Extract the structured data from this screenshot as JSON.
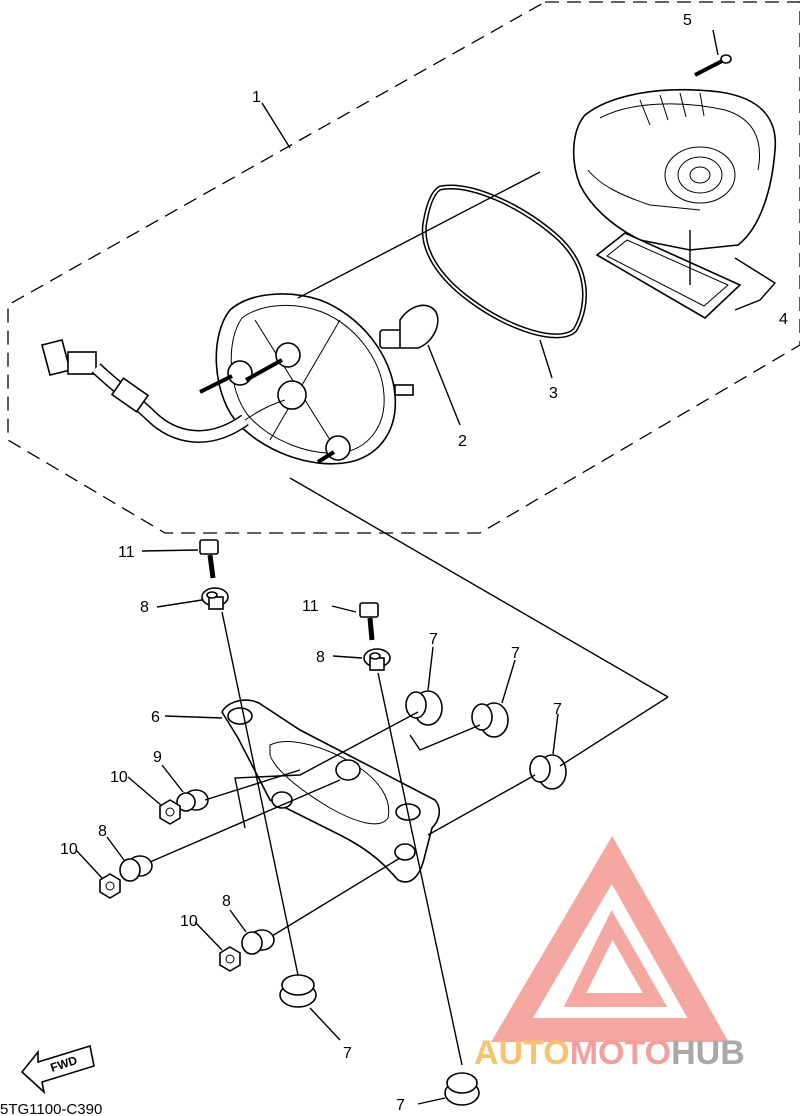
{
  "diagram": {
    "drawing_code": "5TG1100-C390",
    "fwd_arrow_label": "FWD",
    "watermark": {
      "part_a": "AUTO",
      "part_b": "MOTO",
      "part_c": "HUB"
    },
    "callouts": {
      "c1": "1",
      "c2": "2",
      "c3": "3",
      "c4": "4",
      "c5": "5",
      "c6": "6",
      "c7a": "7",
      "c7b": "7",
      "c7c": "7",
      "c7d": "7",
      "c7e": "7",
      "c8a": "8",
      "c8b": "8",
      "c8c": "8",
      "c8d": "8",
      "c9": "9",
      "c10a": "10",
      "c10b": "10",
      "c10c": "10",
      "c11a": "11",
      "c11b": "11"
    }
  }
}
